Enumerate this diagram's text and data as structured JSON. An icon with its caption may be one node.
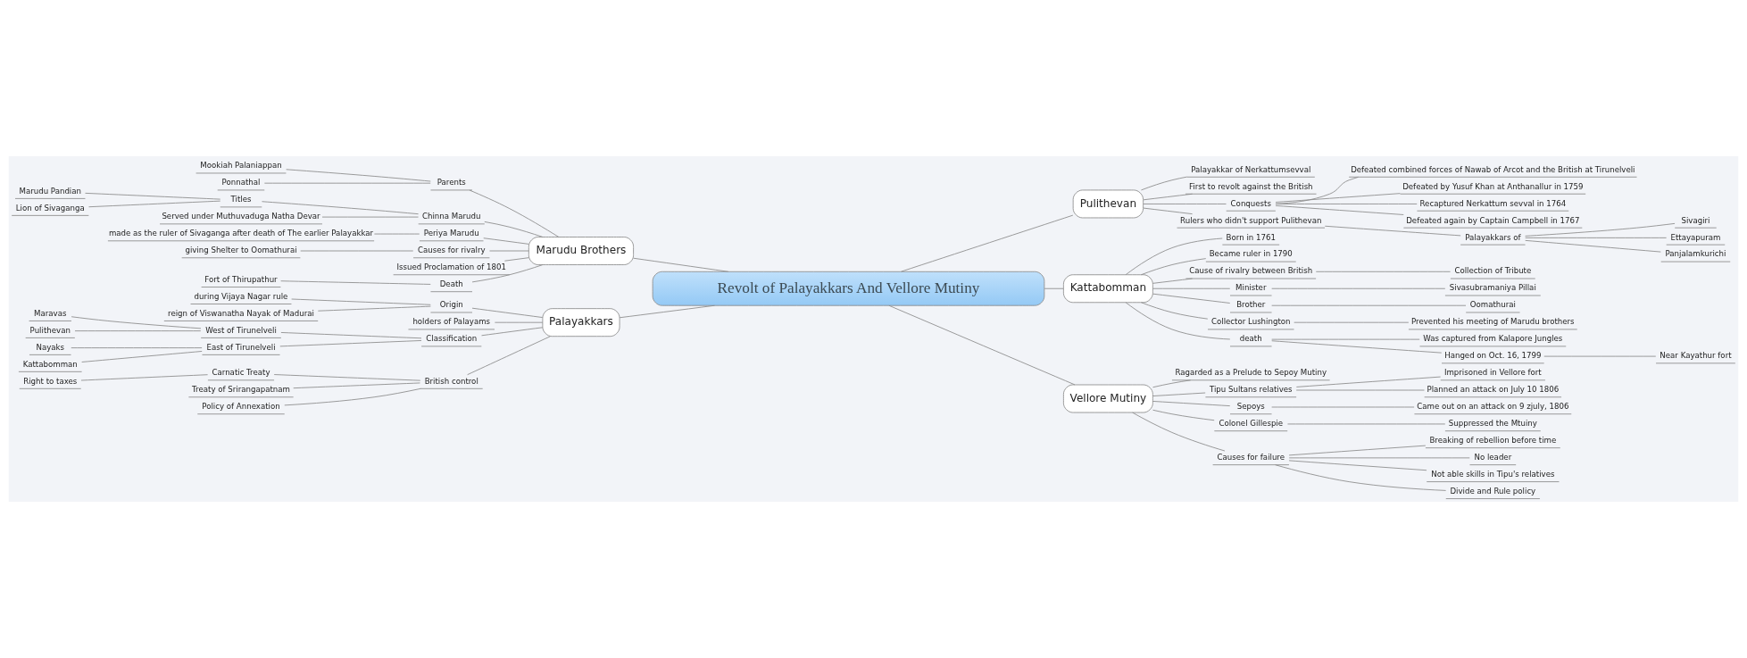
{
  "diagram": {
    "nodes": [
      {
        "text": [
          "Revolt of Palayakkars And Vellore Mutiny"
        ]
      },
      {
        "text": [
          "Marudu Brothers"
        ]
      },
      {
        "text": [
          "Parents"
        ]
      },
      {
        "text": [
          "Mookiah Palaniappan"
        ]
      },
      {
        "text": [
          "Ponnathal"
        ]
      },
      {
        "text": [
          "Chinna Marudu"
        ]
      },
      {
        "text": [
          "Titles"
        ]
      },
      {
        "text": [
          "Marudu Pandian"
        ]
      },
      {
        "text": [
          "Lion of Sivaganga"
        ]
      },
      {
        "text": [
          "Served under Muthuvaduga Natha Devar"
        ]
      },
      {
        "text": [
          "Periya Marudu"
        ]
      },
      {
        "text": [
          "made as the ruler of Sivaganga after death of The earlier Palayakkar"
        ]
      },
      {
        "text": [
          "Causes for rivalry"
        ]
      },
      {
        "text": [
          "giving Shelter to Oomathurai"
        ]
      },
      {
        "text": [
          "Issued Proclamation of 1801"
        ]
      },
      {
        "text": [
          "Death"
        ]
      },
      {
        "text": [
          "Fort of Thirupathur"
        ]
      },
      {
        "text": [
          "Palayakkars"
        ]
      },
      {
        "text": [
          "Origin"
        ]
      },
      {
        "text": [
          "during Vijaya Nagar rule"
        ]
      },
      {
        "text": [
          "reign of Viswanatha Nayak of Madurai"
        ]
      },
      {
        "text": [
          "holders of Palayams"
        ]
      },
      {
        "text": [
          "Classification"
        ]
      },
      {
        "text": [
          "West of Tirunelveli"
        ]
      },
      {
        "text": [
          "Maravas"
        ]
      },
      {
        "text": [
          "Pulithevan"
        ]
      },
      {
        "text": [
          "East of Tirunelveli"
        ]
      },
      {
        "text": [
          "Nayaks"
        ]
      },
      {
        "text": [
          "Kattabomman"
        ]
      },
      {
        "text": [
          "British control"
        ]
      },
      {
        "text": [
          "Carnatic Treaty"
        ]
      },
      {
        "text": [
          "Right to taxes"
        ]
      },
      {
        "text": [
          "Treaty of Srirangapatnam"
        ]
      },
      {
        "text": [
          "Policy of Annexation"
        ]
      },
      {
        "text": [
          "Pulithevan"
        ]
      },
      {
        "text": [
          "Palayakkar of Nerkattumsevval"
        ]
      },
      {
        "text": [
          "First to revolt against the British"
        ]
      },
      {
        "text": [
          "Conquests"
        ]
      },
      {
        "text": [
          "Defeated combined forces of Nawab of Arcot and the British at Tirunelveli"
        ]
      },
      {
        "text": [
          "Defeated by Yusuf Khan at Anthanallur in 1759"
        ]
      },
      {
        "text": [
          "Recaptured Nerkattum sevval in 1764"
        ]
      },
      {
        "text": [
          "Defeated again by Captain Campbell in 1767"
        ]
      },
      {
        "text": [
          "Rulers who didn't support Pulithevan"
        ]
      },
      {
        "text": [
          "Palayakkars of"
        ]
      },
      {
        "text": [
          "Sivagiri"
        ]
      },
      {
        "text": [
          "Ettayapuram"
        ]
      },
      {
        "text": [
          "Panjalamkurichi"
        ]
      },
      {
        "text": [
          "Kattabomman"
        ]
      },
      {
        "text": [
          "Born in 1761"
        ]
      },
      {
        "text": [
          "Became ruler in 1790"
        ]
      },
      {
        "text": [
          "Cause of rivalry between British"
        ]
      },
      {
        "text": [
          "Collection of Tribute"
        ]
      },
      {
        "text": [
          "Minister"
        ]
      },
      {
        "text": [
          "Sivasubramaniya Pillai"
        ]
      },
      {
        "text": [
          "Brother"
        ]
      },
      {
        "text": [
          "Oomathurai"
        ]
      },
      {
        "text": [
          "Collector Lushington"
        ]
      },
      {
        "text": [
          "Prevented his meeting of Marudu brothers"
        ]
      },
      {
        "text": [
          "death"
        ]
      },
      {
        "text": [
          "Was captured from Kalapore Jungles"
        ]
      },
      {
        "text": [
          "Hanged on Oct. 16, 1799"
        ]
      },
      {
        "text": [
          "Near Kayathur fort"
        ]
      },
      {
        "text": [
          "Vellore Mutiny"
        ]
      },
      {
        "text": [
          "Ragarded as a Prelude to Sepoy Mutiny"
        ]
      },
      {
        "text": [
          "Tipu Sultans relatives"
        ]
      },
      {
        "text": [
          "Imprisoned in Vellore fort"
        ]
      },
      {
        "text": [
          "Planned an attack on July 10 1806"
        ]
      },
      {
        "text": [
          "Sepoys"
        ]
      },
      {
        "text": [
          "Came out on an attack on 9 zjuly, 1806"
        ]
      },
      {
        "text": [
          "Colonel Gillespie"
        ]
      },
      {
        "text": [
          "Suppressed the Mtuiny"
        ]
      },
      {
        "text": [
          "Causes for failure"
        ]
      },
      {
        "text": [
          "Breaking of rebellion before time"
        ]
      },
      {
        "text": [
          "No leader"
        ]
      },
      {
        "text": [
          "Not able skills in Tipu's relatives"
        ]
      },
      {
        "text": [
          "Divide and Rule policy"
        ]
      }
    ],
    "edges": [
      {
        "from": 0,
        "to": 1,
        "arrow": "none"
      },
      {
        "from": 1,
        "to": 2,
        "arrow": "none"
      },
      {
        "from": 2,
        "to": 3,
        "arrow": "none"
      },
      {
        "from": 2,
        "to": 4,
        "arrow": "none"
      },
      {
        "from": 1,
        "to": 5,
        "arrow": "none"
      },
      {
        "from": 5,
        "to": 6,
        "arrow": "none"
      },
      {
        "from": 6,
        "to": 7,
        "arrow": "none"
      },
      {
        "from": 6,
        "to": 8,
        "arrow": "none"
      },
      {
        "from": 5,
        "to": 9,
        "arrow": "none"
      },
      {
        "from": 1,
        "to": 10,
        "arrow": "none"
      },
      {
        "from": 10,
        "to": 11,
        "arrow": "none"
      },
      {
        "from": 1,
        "to": 12,
        "arrow": "none"
      },
      {
        "from": 12,
        "to": 13,
        "arrow": "none"
      },
      {
        "from": 1,
        "to": 14,
        "arrow": "none"
      },
      {
        "from": 1,
        "to": 15,
        "arrow": "none"
      },
      {
        "from": 15,
        "to": 16,
        "arrow": "none"
      },
      {
        "from": 0,
        "to": 17,
        "arrow": "none"
      },
      {
        "from": 17,
        "to": 18,
        "arrow": "none"
      },
      {
        "from": 18,
        "to": 19,
        "arrow": "none"
      },
      {
        "from": 18,
        "to": 20,
        "arrow": "none"
      },
      {
        "from": 17,
        "to": 21,
        "arrow": "none"
      },
      {
        "from": 17,
        "to": 22,
        "arrow": "none"
      },
      {
        "from": 22,
        "to": 23,
        "arrow": "none"
      },
      {
        "from": 23,
        "to": 24,
        "arrow": "none"
      },
      {
        "from": 23,
        "to": 25,
        "arrow": "none"
      },
      {
        "from": 22,
        "to": 26,
        "arrow": "none"
      },
      {
        "from": 26,
        "to": 27,
        "arrow": "none"
      },
      {
        "from": 26,
        "to": 28,
        "arrow": "none"
      },
      {
        "from": 17,
        "to": 29,
        "arrow": "none"
      },
      {
        "from": 29,
        "to": 30,
        "arrow": "none"
      },
      {
        "from": 30,
        "to": 31,
        "arrow": "none"
      },
      {
        "from": 29,
        "to": 32,
        "arrow": "none"
      },
      {
        "from": 29,
        "to": 33,
        "arrow": "none"
      },
      {
        "from": 0,
        "to": 34,
        "arrow": "none"
      },
      {
        "from": 34,
        "to": 35,
        "arrow": "none"
      },
      {
        "from": 34,
        "to": 36,
        "arrow": "none"
      },
      {
        "from": 34,
        "to": 37,
        "arrow": "none"
      },
      {
        "from": 37,
        "to": 38,
        "arrow": "none"
      },
      {
        "from": 37,
        "to": 39,
        "arrow": "none"
      },
      {
        "from": 37,
        "to": 40,
        "arrow": "none"
      },
      {
        "from": 37,
        "to": 41,
        "arrow": "none"
      },
      {
        "from": 34,
        "to": 42,
        "arrow": "none"
      },
      {
        "from": 42,
        "to": 43,
        "arrow": "none"
      },
      {
        "from": 43,
        "to": 44,
        "arrow": "none"
      },
      {
        "from": 43,
        "to": 45,
        "arrow": "none"
      },
      {
        "from": 43,
        "to": 46,
        "arrow": "none"
      },
      {
        "from": 0,
        "to": 47,
        "arrow": "none"
      },
      {
        "from": 47,
        "to": 48,
        "arrow": "none"
      },
      {
        "from": 47,
        "to": 49,
        "arrow": "none"
      },
      {
        "from": 47,
        "to": 50,
        "arrow": "none"
      },
      {
        "from": 50,
        "to": 51,
        "arrow": "none"
      },
      {
        "from": 47,
        "to": 52,
        "arrow": "none"
      },
      {
        "from": 52,
        "to": 53,
        "arrow": "none"
      },
      {
        "from": 47,
        "to": 54,
        "arrow": "none"
      },
      {
        "from": 54,
        "to": 55,
        "arrow": "none"
      },
      {
        "from": 47,
        "to": 56,
        "arrow": "none"
      },
      {
        "from": 56,
        "to": 57,
        "arrow": "none"
      },
      {
        "from": 47,
        "to": 58,
        "arrow": "none"
      },
      {
        "from": 58,
        "to": 59,
        "arrow": "none"
      },
      {
        "from": 58,
        "to": 60,
        "arrow": "none"
      },
      {
        "from": 60,
        "to": 61,
        "arrow": "none"
      },
      {
        "from": 0,
        "to": 62,
        "arrow": "none"
      },
      {
        "from": 62,
        "to": 63,
        "arrow": "none"
      },
      {
        "from": 62,
        "to": 64,
        "arrow": "none"
      },
      {
        "from": 64,
        "to": 65,
        "arrow": "none"
      },
      {
        "from": 64,
        "to": 66,
        "arrow": "none"
      },
      {
        "from": 62,
        "to": 67,
        "arrow": "none"
      },
      {
        "from": 67,
        "to": 68,
        "arrow": "none"
      },
      {
        "from": 62,
        "to": 69,
        "arrow": "none"
      },
      {
        "from": 69,
        "to": 70,
        "arrow": "none"
      },
      {
        "from": 62,
        "to": 71,
        "arrow": "none"
      },
      {
        "from": 71,
        "to": 72,
        "arrow": "none"
      },
      {
        "from": 71,
        "to": 73,
        "arrow": "none"
      },
      {
        "from": 71,
        "to": 74,
        "arrow": "none"
      },
      {
        "from": 71,
        "to": 75,
        "arrow": "none"
      }
    ]
  }
}
